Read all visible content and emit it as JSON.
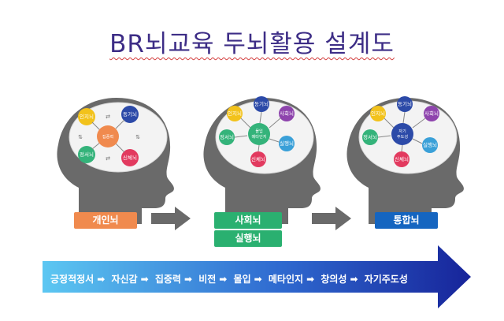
{
  "title": "BR뇌교육 두뇌활용 설계도",
  "stages": [
    {
      "tags": [
        "개인뇌"
      ],
      "center": [
        "집중력"
      ],
      "nodes": [
        "인지뇌",
        "동기뇌",
        "정서뇌",
        "신체뇌"
      ]
    },
    {
      "tags": [
        "사회뇌",
        "실행뇌"
      ],
      "center": [
        "몰입",
        "메타인지"
      ],
      "nodes": [
        "인지뇌",
        "동기뇌",
        "사회뇌",
        "정서뇌",
        "실행뇌",
        "신체뇌"
      ]
    },
    {
      "tags": [
        "통합뇌"
      ],
      "center": [
        "자기",
        "주도성"
      ],
      "nodes": [
        "인지뇌",
        "동기뇌",
        "사회뇌",
        "정서뇌",
        "실행뇌",
        "신체뇌"
      ]
    }
  ],
  "flow": [
    "긍정적정서",
    "자신감",
    "집중력",
    "비전",
    "몰입",
    "메타인지",
    "창의성",
    "자기주도성"
  ],
  "flow_separator": "➡",
  "colors": {
    "title": "#3d2d86",
    "head": "#6a6a6a",
    "cognitive": "#f2c21b",
    "motivation": "#2c4aa8",
    "social": "#8e44ad",
    "emotion": "#34b37a",
    "execution": "#3aa0d8",
    "body": "#e23a5f",
    "tag_orange": "#f08a4e",
    "tag_green": "#2ab070",
    "tag_blue": "#1565c0"
  }
}
